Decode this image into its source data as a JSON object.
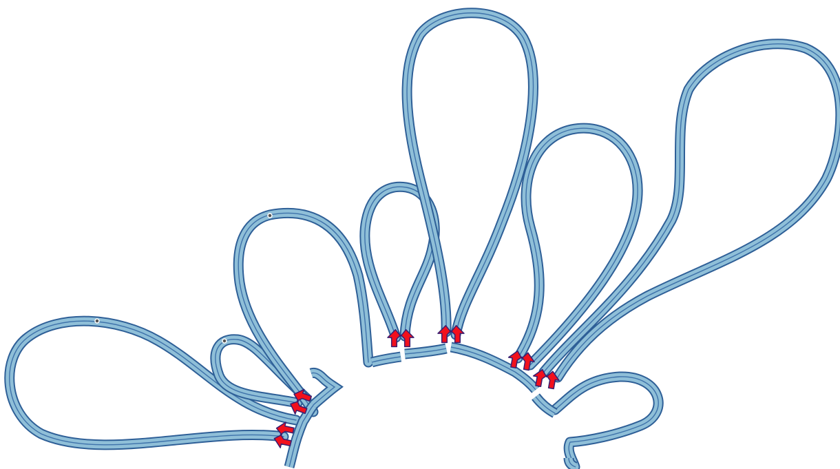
{
  "diagram": {
    "colors": {
      "tube_outline": "#2e5f97",
      "tube_fill": "#8fbfd8",
      "tube_core": "#3e72aa",
      "arrow_fill": "#f2101c",
      "arrow_outline": "#3a1f70",
      "background": "#ffffff"
    },
    "loops": [
      {
        "name": "loop-left-large"
      },
      {
        "name": "loop-left-small"
      },
      {
        "name": "loop-mid-left"
      },
      {
        "name": "loop-center-small"
      },
      {
        "name": "loop-center-tall"
      },
      {
        "name": "loop-right-medium"
      },
      {
        "name": "loop-right-large"
      },
      {
        "name": "loop-right-tail"
      }
    ],
    "arrow_icons": [
      "double-up-arrow-icon",
      "double-up-arrow-icon",
      "double-up-arrow-icon",
      "double-up-arrow-icon",
      "double-up-arrow-icon",
      "double-up-arrow-icon"
    ]
  }
}
